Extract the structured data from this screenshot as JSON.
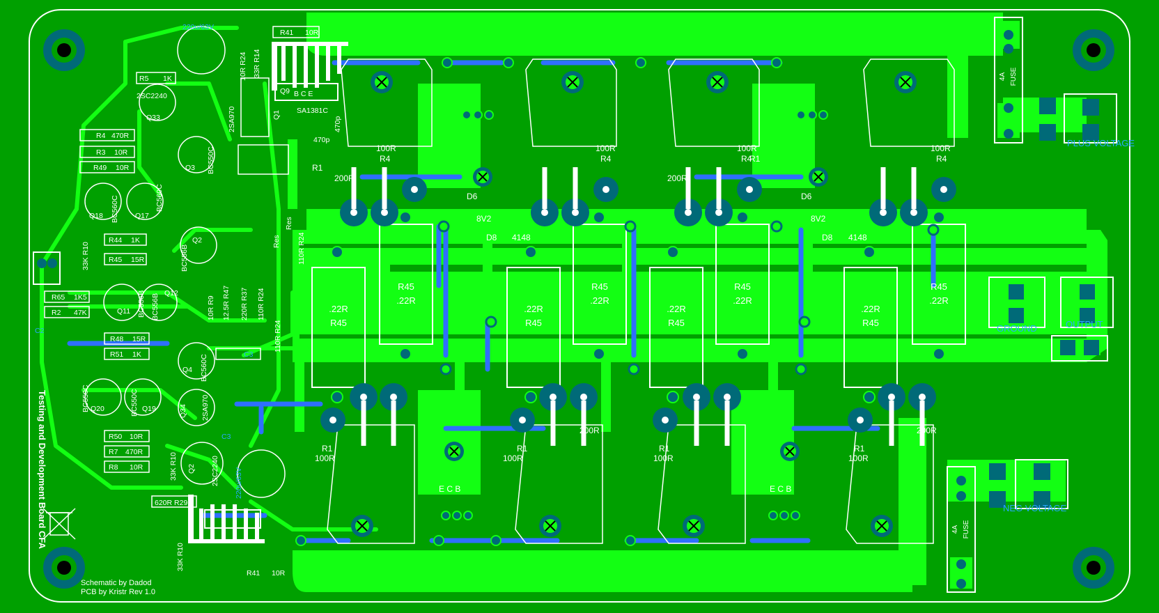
{
  "colors": {
    "board": "#00a000",
    "copper": "#13ff13",
    "copper_dark": "#00b800",
    "pad": "#006a78",
    "via_blue": "#2f6fff",
    "silk": "#ffffff",
    "label_blue": "#29a8ff",
    "outline": "#ffffff"
  },
  "board": {
    "credit_schematic": "Schematic by Dadod",
    "credit_pcb": "PCB by Kristr Rev 1.0",
    "side_title": "Testing and Development Board CFA"
  },
  "connectors": {
    "plus_voltage": "PLUS VOLTAGE",
    "neg_voltage": "NEG VOLTAGE",
    "output": "OUTPUT",
    "ground": "GROUND",
    "fuse_top": {
      "rating": "4A",
      "name": "FUSE"
    },
    "fuse_bottom": {
      "rating": "4A",
      "name": "FUSE"
    }
  },
  "driver_labels": {
    "cap_top": "220u/63V",
    "r41_top": "R41",
    "r41_top_val": "10R",
    "r24_top": "10R R24",
    "r14": "33R R14",
    "q9": "Q9",
    "q9_pins": "B C E",
    "sa1381": "SA1381C",
    "c470p": "470p",
    "c470p_b": "470p",
    "sa970": "2SA970",
    "q1": "Q1",
    "r5": "R5",
    "r5_val": "1K",
    "sc2240": "2SC2240",
    "q33": "Q33",
    "r4": "R4",
    "r4_val": "470R",
    "r3": "R3",
    "r3_val": "10R",
    "r49": "R49",
    "r49_val": "10R",
    "bc550_q3": "BC550C",
    "q3": "Q3",
    "q18": "Q18",
    "bc560_a": "BC560C",
    "bc560_b": "BC560C",
    "q17": "Q17",
    "res_a": "Res",
    "res_b": "Res",
    "r10_a": "33K R10",
    "r44": "R44",
    "r44_val": "1K",
    "r45": "R45",
    "r45_val": "15R",
    "bc556_q2": "BC556B",
    "q2": "Q2",
    "r24_mid": "110R R24",
    "r65": "R65",
    "r65_val": "1K5",
    "r2": "R2",
    "r2_val": "47K",
    "c2": "C2",
    "bc556_a": "BC556B",
    "bc556_b": "BC556B",
    "q11": "Q11",
    "q12": "Q12",
    "r9": "10R R9",
    "r47": "12.5R R47",
    "r37": "220R R37",
    "r24_b": "110R R24",
    "r48": "R48",
    "r48_val": "15R",
    "r51": "R51",
    "r51_val": "1K",
    "bc560_q4": "BC560C",
    "q4": "Q4",
    "r24_c": "110R R24",
    "c3_a": "C3",
    "bc550_a": "BC550C",
    "bc550_b": "BC550C",
    "q20": "Q20",
    "q19": "Q19",
    "q34": "Q34",
    "sa970_b": "2SA970",
    "r50": "R50",
    "r50_val": "10R",
    "r7": "R7",
    "r7_val": "470R",
    "r8": "R8",
    "r8_val": "10R",
    "r10_b": "33K R10",
    "q2b": "Q2",
    "sc2240_b": "2SC2240",
    "c3_b": "C3",
    "r29": "620R R29",
    "r10_c": "33K R10",
    "r41_bot": "R41",
    "r41_bot_val": "10R",
    "cap_bot": "220u/63V"
  },
  "output_stage": {
    "r45_label": "R45",
    "r45_val": ".22R",
    "r1": "R1",
    "r4": "R4",
    "r100": "100R",
    "r200": "200R",
    "d6": "D6",
    "d8": "D8",
    "v8v2": "8V2",
    "d4148": "4148",
    "r_c": "C",
    "pins": "E C B",
    "pins_bot": "E C B"
  },
  "chart_data": {
    "type": "diagram",
    "diagram_kind": "PCB layout",
    "output_resistor_pairs": 8,
    "output_transistors": 8,
    "connectors": [
      "PLUS VOLTAGE",
      "NEG VOLTAGE",
      "OUTPUT",
      "GROUND"
    ],
    "fuses": [
      "4A FUSE",
      "4A FUSE"
    ]
  }
}
